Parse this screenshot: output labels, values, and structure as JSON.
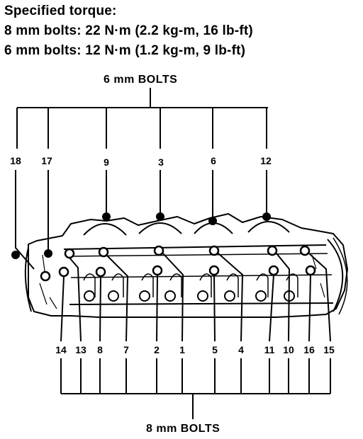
{
  "spec": {
    "title": "Specified torque:",
    "line1": "8 mm bolts: 22 N·m (2.2 kg-m, 16 lb-ft)",
    "line2": "6 mm bolts: 12 N·m (1.2 kg-m, 9 lb-ft)"
  },
  "groups": {
    "top_label": "6 mm BOLTS",
    "bottom_label": "8 mm BOLTS"
  },
  "top_numbers": [
    "18",
    "17",
    "9",
    "3",
    "6",
    "12"
  ],
  "bottom_numbers": [
    "14",
    "13",
    "8",
    "7",
    "2",
    "1",
    "5",
    "4",
    "11",
    "10",
    "16",
    "15"
  ]
}
